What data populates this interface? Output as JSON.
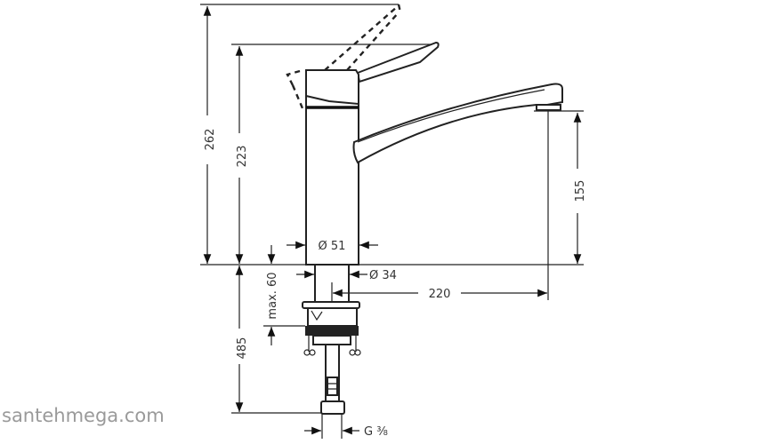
{
  "dimensions": {
    "total_height": "262",
    "lever_height": "223",
    "spout_height": "155",
    "body_diameter": "Ø 51",
    "shank_diameter": "Ø 34",
    "spout_reach": "220",
    "max_deck_thickness": "max. 60",
    "hose_length": "485",
    "connection_thread": "G ⅜"
  },
  "watermark": "santehmega.com"
}
